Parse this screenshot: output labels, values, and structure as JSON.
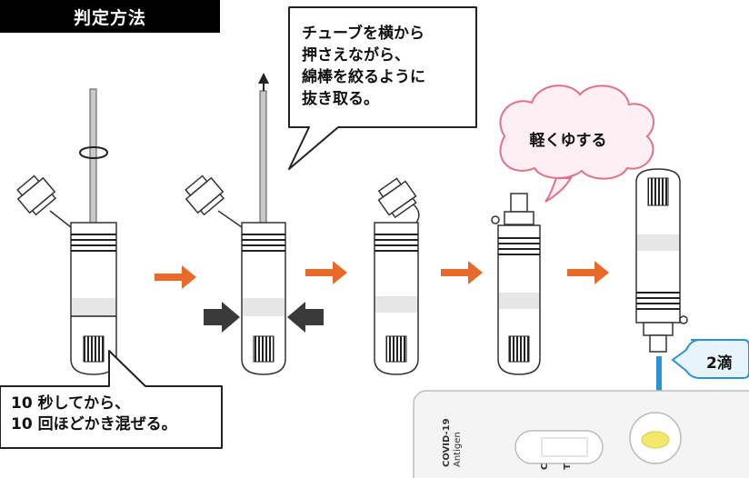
{
  "section_title": "判定方法",
  "callout_squeeze": [
    "チューブを横から",
    "押さえながら、",
    "綿棒を絞るように",
    "抜き取る。"
  ],
  "callout_mix": [
    "10 秒してから、",
    "10 回ほどかき混ぜる。"
  ],
  "callout_shake": "軽くゆする",
  "callout_drops": "2滴",
  "test_cassette": {
    "label_line1": "COVID-19",
    "label_line2": "Antigen",
    "marker_c": "C",
    "marker_t": "T"
  },
  "colors": {
    "arrow_orange": "#e8692a",
    "press_arrow": "#3a3a3a",
    "drop_arrow": "#2a93d5",
    "cloud_fill": "#fdeff3",
    "cloud_stroke": "#e0708c",
    "sample_yellow": "#f3e86a"
  }
}
